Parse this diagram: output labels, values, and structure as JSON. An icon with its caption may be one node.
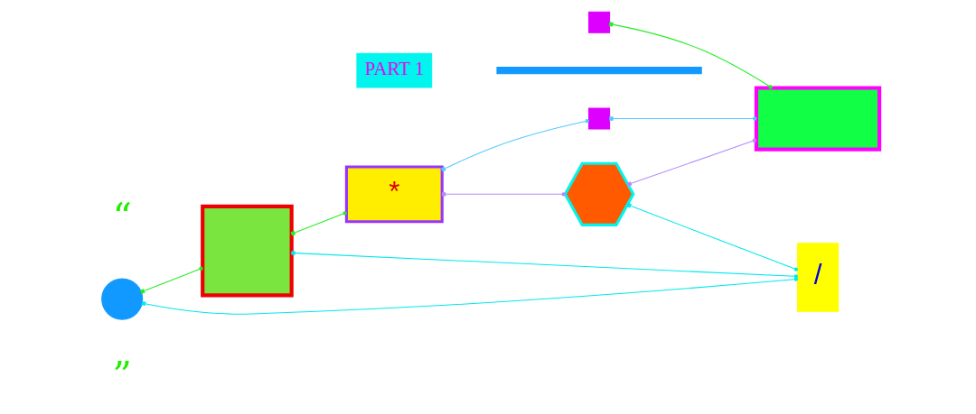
{
  "diagram": {
    "nodes": [
      {
        "text": [],
        "shape": "box"
      },
      {
        "text": [
          "*"
        ]
      },
      {
        "text": [
          "PART 1"
        ]
      },
      {
        "text": [],
        "shape": "box"
      },
      {
        "text": [],
        "shape": "bar"
      },
      {
        "text": [],
        "shape": "box"
      },
      {
        "text": [],
        "shape": "hexagon"
      },
      {
        "text": [],
        "shape": "circle"
      },
      {
        "text": [
          "/"
        ]
      },
      {
        "text": [],
        "shape": "box"
      }
    ],
    "edges": [
      {
        "from": 7,
        "to": 0,
        "arrow": "other",
        "color": "#22ee22"
      },
      {
        "from": 0,
        "to": 1,
        "arrow": "other",
        "color": "#22ee22"
      },
      {
        "from": 0,
        "to": 8,
        "arrow": "other",
        "color": "#00e8ee"
      },
      {
        "from": 7,
        "to": 8,
        "arrow": "other",
        "color": "#00e8ee"
      },
      {
        "from": 1,
        "to": 6,
        "arrow": "other",
        "color": "#b388ff"
      },
      {
        "from": 1,
        "to": 5,
        "arrow": "other",
        "color": "#55c8ff"
      },
      {
        "from": 3,
        "to": 9,
        "arrow": "other",
        "color": "#22ee22"
      },
      {
        "from": 5,
        "to": 9,
        "arrow": "other",
        "color": "#55c8ff"
      },
      {
        "from": 6,
        "to": 9,
        "arrow": "other",
        "color": "#b388ff"
      },
      {
        "from": 6,
        "to": 8,
        "arrow": "other",
        "color": "#00e8ee"
      }
    ],
    "labels": [
      "“",
      "”"
    ]
  }
}
